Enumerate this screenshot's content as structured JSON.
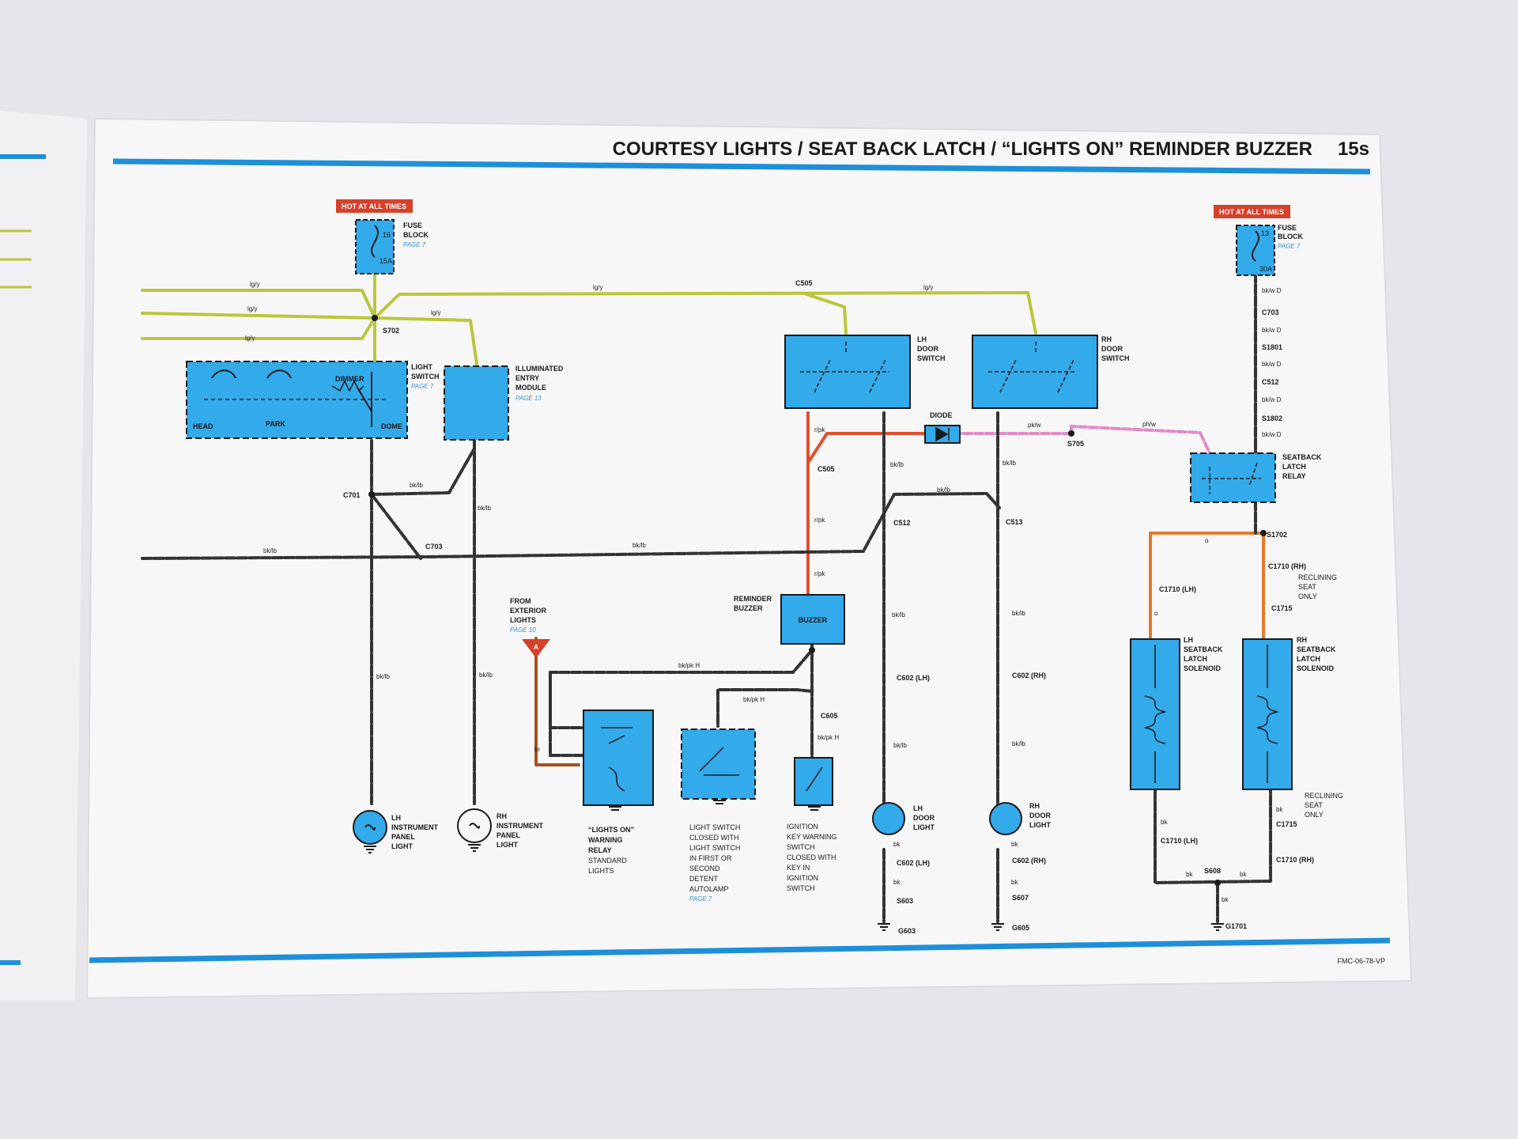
{
  "title": "COURTESY LIGHTS / SEAT BACK LATCH / “LIGHTS ON” REMINDER BUZZER",
  "page_number": "15s",
  "footer_code": "FMC-06-78-VP",
  "colors": {
    "accent_blue": "#1e8fd8",
    "component_fill": "#33aaea",
    "hot_badge": "#d8402a",
    "wire_lg_y": "#b9c73a",
    "wire_bk_lb": "#333333",
    "wire_r_pk": "#e0502c",
    "wire_pk_w": "#e38ac6",
    "wire_o": "#e07a2a",
    "wire_br": "#a5521f",
    "paper": "#f7f7f8"
  },
  "hot_left": "HOT AT ALL TIMES",
  "hot_right": "HOT AT ALL TIMES",
  "fuse_left": {
    "num": "16",
    "amp": "15A",
    "label1": "FUSE",
    "label2": "BLOCK",
    "ref": "PAGE 7"
  },
  "fuse_right": {
    "num": "13",
    "amp": "30A",
    "label1": "FUSE",
    "label2": "BLOCK",
    "ref": "PAGE 7"
  },
  "light_switch": {
    "dimmer": "DIMMER",
    "head": "HEAD",
    "park": "PARK",
    "dome": "DOME",
    "label1": "LIGHT",
    "label2": "SWITCH",
    "ref": "PAGE 7"
  },
  "illum_module": {
    "label1": "ILLUMINATED",
    "label2": "ENTRY",
    "label3": "MODULE",
    "ref": "PAGE 13"
  },
  "lh_door_switch": {
    "l1": "LH",
    "l2": "DOOR",
    "l3": "SWITCH"
  },
  "rh_door_switch": {
    "l1": "RH",
    "l2": "DOOR",
    "l3": "SWITCH"
  },
  "diode": "DIODE",
  "seatback_relay": {
    "l1": "SEATBACK",
    "l2": "LATCH",
    "l3": "RELAY"
  },
  "buzzer": {
    "name": "BUZZER",
    "l1": "REMINDER",
    "l2": "BUZZER"
  },
  "from_exterior": {
    "l1": "FROM",
    "l2": "EXTERIOR",
    "l3": "LIGHTS",
    "ref": "PAGE 10",
    "marker": "A"
  },
  "warning_relay": {
    "l1": "“LIGHTS ON”",
    "l2": "WARNING",
    "l3": "RELAY",
    "l4": "STANDARD",
    "l5": "LIGHTS"
  },
  "light_switch_closed": {
    "l1": "LIGHT SWITCH",
    "l2": "CLOSED WITH",
    "l3": "LIGHT SWITCH",
    "l4": "IN FIRST OR",
    "l5": "SECOND",
    "l6": "DETENT",
    "l7": "AUTOLAMP",
    "ref": "PAGE 7"
  },
  "ignition_switch": {
    "l1": "IGNITION",
    "l2": "KEY WARNING",
    "l3": "SWITCH",
    "l4": "CLOSED WITH",
    "l5": "KEY IN",
    "l6": "IGNITION",
    "l7": "SWITCH"
  },
  "lh_panel_light": {
    "l1": "LH",
    "l2": "INSTRUMENT",
    "l3": "PANEL",
    "l4": "LIGHT"
  },
  "rh_panel_light": {
    "l1": "RH",
    "l2": "INSTRUMENT",
    "l3": "PANEL",
    "l4": "LIGHT"
  },
  "lh_door_light": {
    "l1": "LH",
    "l2": "DOOR",
    "l3": "LIGHT"
  },
  "rh_door_light": {
    "l1": "RH",
    "l2": "DOOR",
    "l3": "LIGHT"
  },
  "lh_solenoid": {
    "l1": "LH",
    "l2": "SEATBACK",
    "l3": "LATCH",
    "l4": "SOLENOID"
  },
  "rh_solenoid": {
    "l1": "RH",
    "l2": "SEATBACK",
    "l3": "LATCH",
    "l4": "SOLENOID"
  },
  "reclining_1": {
    "l1": "RECLINING",
    "l2": "SEAT",
    "l3": "ONLY"
  },
  "reclining_2": {
    "l1": "RECLINING",
    "l2": "SEAT",
    "l3": "ONLY"
  },
  "wire_codes": {
    "lg_y": "lg/y",
    "bk_lb": "bk/lb",
    "r_pk": "r/pk",
    "pk_w": "pk/w",
    "ph_w": "ph/w",
    "bk_w_d": "bk/w D",
    "bk_pk_h": "bk/pk H",
    "bk": "bk",
    "o": "o",
    "br": "br"
  },
  "connectors": {
    "c505": "C505",
    "s702": "S702",
    "c701": "C701",
    "c703": "C703",
    "s705": "S705",
    "c512": "C512",
    "c513": "C513",
    "c602_lh": "C602 (LH)",
    "c602_rh": "C602 (RH)",
    "c605": "C605",
    "s603": "S603",
    "g603": "G603",
    "s607": "S607",
    "g605": "G605",
    "s1801": "S1801",
    "s1802": "S1802",
    "s1702": "S1702",
    "c1710_lh": "C1710 (LH)",
    "c1710_rh": "C1710 (RH)",
    "c1715": "C1715",
    "s608": "S608",
    "g1701": "G1701"
  }
}
